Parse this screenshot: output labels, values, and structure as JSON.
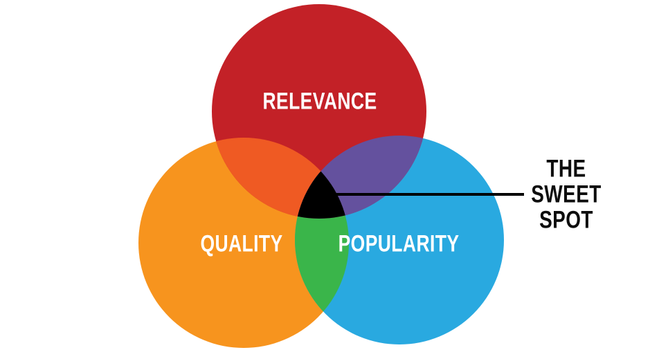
{
  "diagram": {
    "type": "venn-3",
    "background": "#ffffff",
    "sets": [
      {
        "id": "relevance",
        "label": "RELEVANCE",
        "color": "#C32127",
        "label_color": "#ffffff"
      },
      {
        "id": "quality",
        "label": "QUALITY",
        "color": "#F7941E",
        "label_color": "#ffffff"
      },
      {
        "id": "popularity",
        "label": "POPULARITY",
        "color": "#29A9E0",
        "label_color": "#ffffff"
      }
    ],
    "overlaps": [
      {
        "between": "relevance+quality",
        "color": "#EF5A23"
      },
      {
        "between": "relevance+popularity",
        "color": "#64519E"
      },
      {
        "between": "quality+popularity",
        "color": "#3AB54A"
      },
      {
        "between": "relevance+quality+popularity",
        "color": "#000000"
      }
    ],
    "callout": {
      "lines": [
        "THE",
        "SWEET",
        "SPOT"
      ],
      "text_color": "#0d0d0d",
      "line_color": "#000000"
    }
  }
}
